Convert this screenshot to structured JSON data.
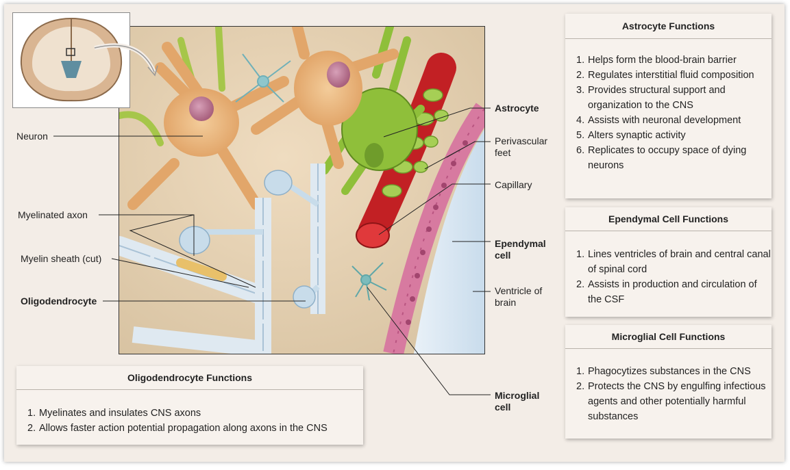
{
  "labels": {
    "neuron": "Neuron",
    "myelinated_axon": "Myelinated axon",
    "myelin_sheath": "Myelin sheath (cut)",
    "oligodendrocyte": "Oligodendrocyte",
    "astrocyte": "Astrocyte",
    "perivascular_1": "Perivascular",
    "perivascular_2": "feet",
    "capillary": "Capillary",
    "ependymal_1": "Ependymal",
    "ependymal_2": "cell",
    "ventricle_1": "Ventricle of",
    "ventricle_2": "brain",
    "microglial_1": "Microglial",
    "microglial_2": "cell"
  },
  "astrocyte_box": {
    "title": "Astrocyte Functions",
    "items": [
      {
        "n": "1.",
        "text": "Helps form the blood-brain barrier"
      },
      {
        "n": "2.",
        "text": "Regulates interstitial fluid composition"
      },
      {
        "n": "3.",
        "text": "Provides structural support and organization to the CNS"
      },
      {
        "n": "4.",
        "text": "Assists with neuronal development"
      },
      {
        "n": "5.",
        "text": "Alters synaptic activity"
      },
      {
        "n": "6.",
        "text": "Replicates to occupy space of dying neurons"
      }
    ]
  },
  "ependymal_box": {
    "title": "Ependymal Cell Functions",
    "items": [
      {
        "n": "1.",
        "text": "Lines ventricles of brain and central canal of spinal cord"
      },
      {
        "n": "2.",
        "text": "Assists in production and circulation of the CSF"
      }
    ]
  },
  "microglial_box": {
    "title": "Microglial Cell Functions",
    "items": [
      {
        "n": "1.",
        "text": "Phagocytizes substances in the CNS"
      },
      {
        "n": "2.",
        "text": "Protects the CNS by engulfing infectious agents and other potentially harmful substances"
      }
    ]
  },
  "oligo_box": {
    "title": "Oligodendrocyte Functions",
    "items": [
      {
        "n": "1.",
        "text": "Myelinates and insulates CNS axons"
      },
      {
        "n": "2.",
        "text": "Allows faster action potential propagation along axons in the CNS"
      }
    ]
  },
  "colors": {
    "background": "#f3ede7",
    "astrocyte": "#8fbf3a",
    "neuron": "#e8b27a",
    "oligodendrocyte": "#c8dcea",
    "capillary": "#d8282a",
    "ependymal": "#d77aa0",
    "ventricle": "#dce9f3"
  }
}
